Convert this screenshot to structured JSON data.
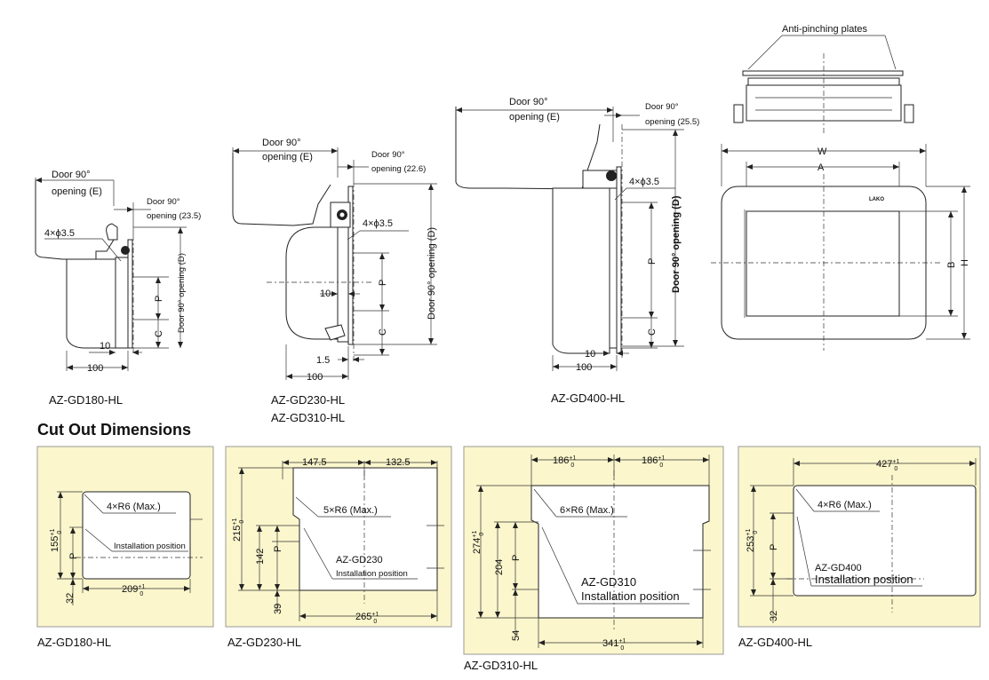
{
  "colors": {
    "panel_bg": "#fbf6cc",
    "line": "#222222"
  },
  "gd180": {
    "door_e": [
      "Door 90°",
      "opening (E)"
    ],
    "door_small": [
      "Door 90°",
      "opening (23.5)"
    ],
    "holes": "4×ϕ3.5",
    "door_d": "Door 90° opening (D)",
    "p": "P",
    "c": "C",
    "dim10": "10",
    "dim100": "100",
    "model": "AZ-GD180-HL"
  },
  "gd230": {
    "door_e": [
      "Door 90°",
      "opening (E)"
    ],
    "door_small": [
      "Door 90°",
      "opening (22.6)"
    ],
    "holes": "4×ϕ3.5",
    "door_d": "Door 90° opening (D)",
    "p": "P",
    "c": "C",
    "dim10": "10",
    "dim15": "1.5",
    "dim100": "100",
    "model1": "AZ-GD230-HL",
    "model2": "AZ-GD310-HL"
  },
  "gd400": {
    "door_e": [
      "Door 90°",
      "opening (E)"
    ],
    "door_small": [
      "Door 90°",
      "opening (25.5)"
    ],
    "holes": "4×ϕ3.5",
    "door_d": "Door 90° opening (D)",
    "p": "P",
    "c": "C",
    "dim10": "10",
    "dim100": "100",
    "model": "AZ-GD400-HL"
  },
  "front": {
    "anti": "Anti-pinching plates",
    "w": "W",
    "a": "A",
    "b": "B",
    "h": "H",
    "logo": "LAKO"
  },
  "section_title": "Cut Out Dimensions",
  "cut180": {
    "radius": "4×R6 (Max.)",
    "install": "Installation position",
    "height": "155",
    "p": "P",
    "bottom": "32",
    "width": "209",
    "model": "AZ-GD180-HL"
  },
  "cut230": {
    "left_w": "147.5",
    "right_w": "132.5",
    "radius": "5×R6 (Max.)",
    "height": "215",
    "inner": "142",
    "p": "P",
    "bottom": "39",
    "install1": "AZ-GD230",
    "install2": "Installation position",
    "width": "265",
    "model": "AZ-GD230-HL"
  },
  "cut310": {
    "left_w": "186",
    "right_w": "186",
    "radius": "6×R6 (Max.)",
    "height": "274",
    "inner": "204",
    "p": "P",
    "bottom": "54",
    "install1": "AZ-GD310",
    "install2": "Installation position",
    "width": "341",
    "model": "AZ-GD310-HL"
  },
  "cut400": {
    "width": "427",
    "radius": "4×R6 (Max.)",
    "height": "253",
    "p": "P",
    "bottom": "32",
    "install1": "AZ-GD400",
    "install2": "Installation position",
    "model": "AZ-GD400-HL"
  },
  "tol_sup": "+1",
  "tol_sub": "0"
}
